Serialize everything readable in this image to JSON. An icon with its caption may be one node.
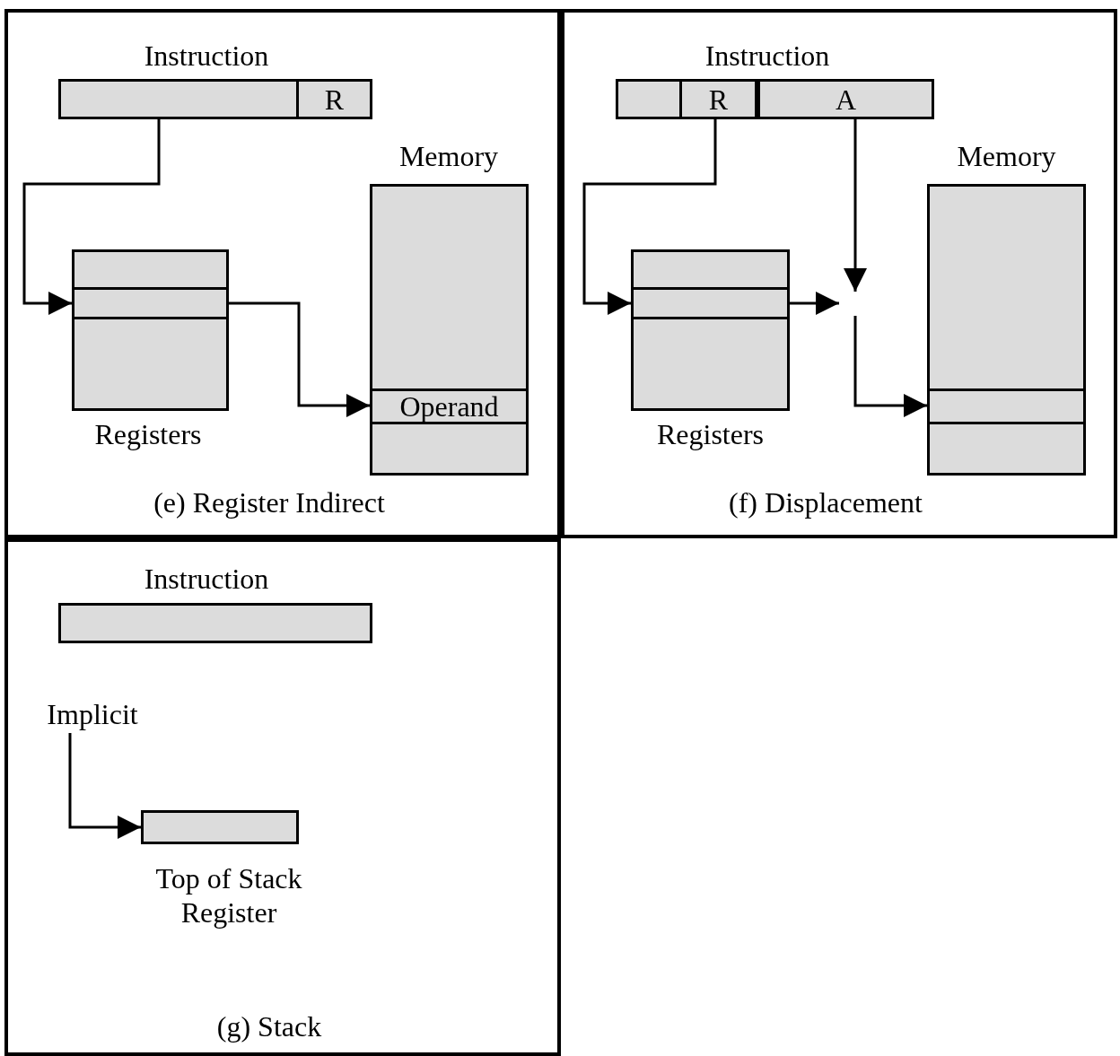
{
  "diagram": {
    "nodes": [
      {
        "text": [
          "(e) Register Indirect"
        ]
      },
      {
        "text": [
          "Instruction"
        ],
        "in": 0
      },
      {
        "text": [
          "R"
        ],
        "in": 1
      },
      {
        "text": [
          "Registers"
        ],
        "in": 0
      },
      {
        "text": [],
        "shape": "box",
        "in": 3
      },
      {
        "text": [
          "Memory"
        ],
        "in": 0
      },
      {
        "text": [
          "Operand"
        ],
        "in": 5
      },
      {
        "text": [
          "(f) Displacement"
        ]
      },
      {
        "text": [
          "Instruction"
        ],
        "in": 7
      },
      {
        "text": [
          "R"
        ],
        "in": 8
      },
      {
        "text": [
          "A"
        ],
        "in": 8
      },
      {
        "text": [
          "Registers"
        ],
        "in": 7
      },
      {
        "text": [],
        "shape": "box",
        "in": 11
      },
      {
        "text": [
          "Memory"
        ],
        "in": 7
      },
      {
        "text": [],
        "shape": "box",
        "in": 13
      },
      {
        "text": [
          "(g) Stack"
        ]
      },
      {
        "text": [
          "Instruction"
        ],
        "in": 15
      },
      {
        "text": [
          "Implicit"
        ],
        "in": 15
      },
      {
        "text": [
          "Top of Stack Register"
        ],
        "in": 15
      }
    ],
    "edges": [
      {
        "from": 1,
        "to": 4,
        "arrow": "to"
      },
      {
        "from": 4,
        "to": 6,
        "arrow": "to"
      },
      {
        "from": 9,
        "to": 12,
        "arrow": "to"
      },
      {
        "from": 12,
        "to": null,
        "arrow": "to"
      },
      {
        "from": 10,
        "to": null,
        "arrow": "to"
      },
      {
        "from": null,
        "to": 14,
        "arrow": "to"
      },
      {
        "from": 17,
        "to": 18,
        "arrow": "to"
      }
    ]
  }
}
